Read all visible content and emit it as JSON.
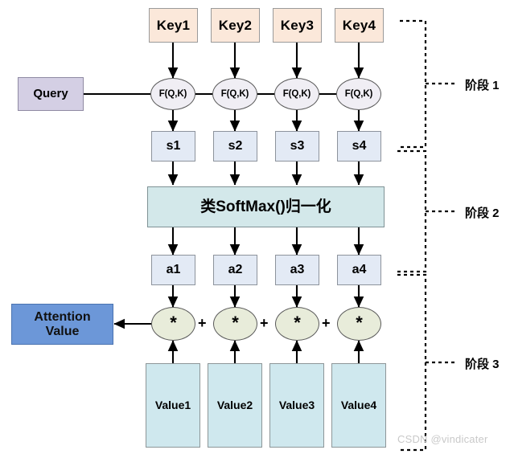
{
  "diagram": {
    "title": "Attention mechanism three-stage computation diagram",
    "watermark": "CSDN @vindicater",
    "colors": {
      "key_fill": "#fbe8da",
      "query_fill": "#d4cfe4",
      "score_fill": "#e3eaf5",
      "softmax_fill": "#d3e8ea",
      "attention_fill": "#6c97d8",
      "value_fill": "#cfe8ee",
      "fqk_fill": "#f0eef4",
      "multiply_fill": "#e8ecda",
      "wire": "#000000",
      "watermark": "#c9c9c9"
    }
  },
  "keys": [
    {
      "label": "Key1"
    },
    {
      "label": "Key2"
    },
    {
      "label": "Key3"
    },
    {
      "label": "Key4"
    }
  ],
  "query": {
    "label": "Query"
  },
  "similarity": [
    {
      "label": "F(Q,K)"
    },
    {
      "label": "F(Q,K)"
    },
    {
      "label": "F(Q,K)"
    },
    {
      "label": "F(Q,K)"
    }
  ],
  "scores": [
    {
      "label": "s1"
    },
    {
      "label": "s2"
    },
    {
      "label": "s3"
    },
    {
      "label": "s4"
    }
  ],
  "softmax": {
    "label": "类SoftMax()归一化"
  },
  "weights": [
    {
      "label": "a1"
    },
    {
      "label": "a2"
    },
    {
      "label": "a3"
    },
    {
      "label": "a4"
    }
  ],
  "multipliers": [
    {
      "label": "*"
    },
    {
      "label": "*"
    },
    {
      "label": "*"
    },
    {
      "label": "*"
    }
  ],
  "adders": [
    {
      "label": "+"
    },
    {
      "label": "+"
    },
    {
      "label": "+"
    }
  ],
  "values": [
    {
      "label": "Value1"
    },
    {
      "label": "Value2"
    },
    {
      "label": "Value3"
    },
    {
      "label": "Value4"
    }
  ],
  "attention_output": {
    "label": "Attention\nValue",
    "line1": "Attention",
    "line2": "Value"
  },
  "stages": [
    {
      "label": "阶段 1"
    },
    {
      "label": "阶段 2"
    },
    {
      "label": "阶段 3"
    }
  ]
}
